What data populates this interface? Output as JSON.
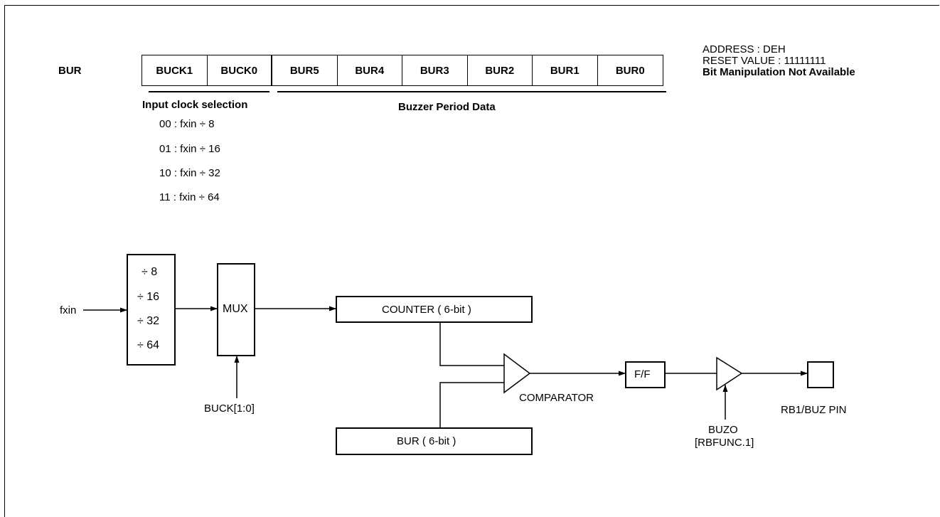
{
  "register": {
    "name": "BUR",
    "bits": [
      "BUCK1",
      "BUCK0",
      "BUR5",
      "BUR4",
      "BUR3",
      "BUR2",
      "BUR1",
      "BUR0"
    ],
    "address": "ADDRESS : DEH",
    "reset_value": "RESET VALUE : 11111111",
    "bit_manipulation": "Bit Manipulation Not Available",
    "group_clock_label": "Input clock selection",
    "group_period_label": "Buzzer Period Data",
    "clock_options": [
      "00 : fxin ÷ 8",
      "01 : fxin ÷ 16",
      "10 : fxin ÷ 32",
      "11 : fxin ÷ 64"
    ]
  },
  "diagram": {
    "input": "fxin",
    "dividers": [
      "÷ 8",
      "÷ 16",
      "÷ 32",
      "÷ 64"
    ],
    "mux": "MUX",
    "mux_select": "BUCK[1:0]",
    "counter": "COUNTER ( 6-bit )",
    "bur_reg": "BUR ( 6-bit )",
    "comparator": "COMPARATOR",
    "flipflop": "F/F",
    "buzo_line1": "BUZO",
    "buzo_line2": "[RBFUNC.1]",
    "pin": "RB1/BUZ PIN"
  }
}
